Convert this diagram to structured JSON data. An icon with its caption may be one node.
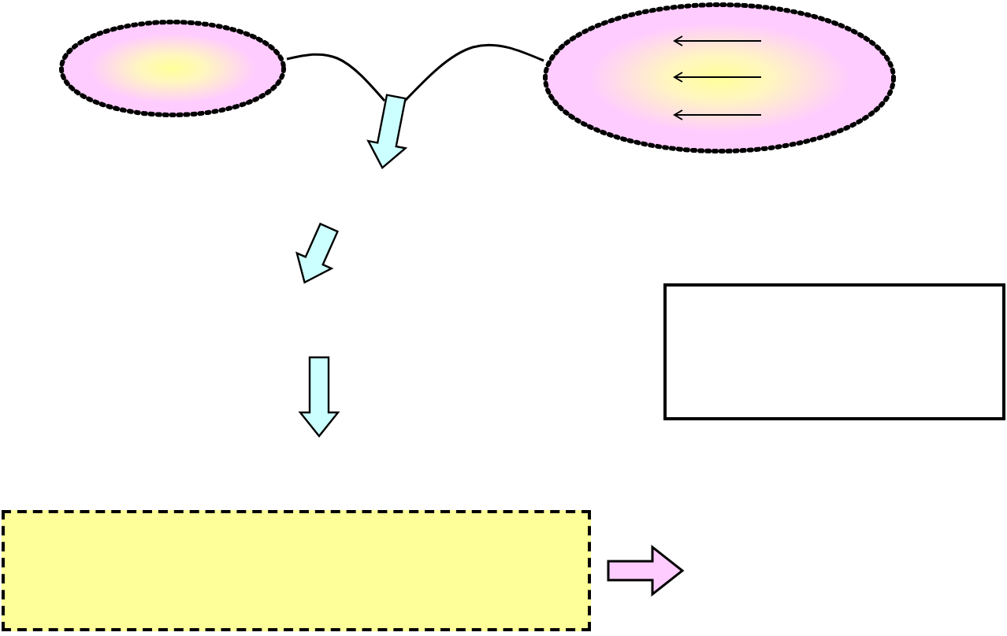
{
  "diagram": {
    "nodes": [
      {
        "text": [],
        "shape": "ellipse"
      },
      {
        "text": [],
        "shape": "ellipse"
      },
      {
        "text": [],
        "shape": "arrow"
      },
      {
        "text": [],
        "shape": "arrow"
      },
      {
        "text": [],
        "shape": "box"
      },
      {
        "text": [],
        "shape": "arrow"
      },
      {
        "text": [],
        "shape": "box"
      }
    ],
    "edges": [
      {
        "from": 0,
        "to": 2,
        "arrow": "none"
      },
      {
        "from": 1,
        "to": 2,
        "arrow": "none"
      },
      {
        "from": 6,
        "to": null,
        "arrow": "to",
        "style": "thick",
        "color": "#ffccff"
      }
    ]
  }
}
